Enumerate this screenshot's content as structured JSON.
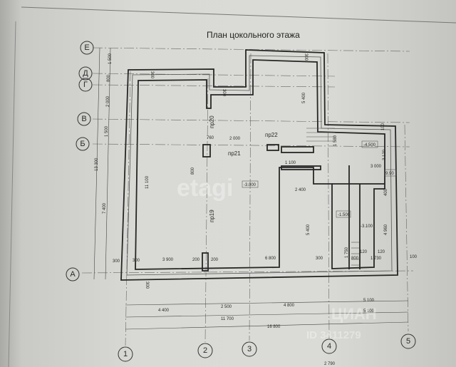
{
  "title": "План цокольного этажа",
  "axes_rows": [
    "Е",
    "Д",
    "Г",
    "В",
    "Б",
    "А"
  ],
  "axes_cols": [
    "1",
    "2",
    "3",
    "4",
    "5"
  ],
  "left_dims": [
    "1 500",
    "800",
    "2 000",
    "1 500",
    "7 400",
    "13 300"
  ],
  "bottom_dims": {
    "row1": [
      "4 400",
      "2 500",
      "4 800",
      "5 100"
    ],
    "row2_total": "11 700",
    "row2_right": "5 100",
    "row3_total": "16 800"
  },
  "rooms": {
    "pr19": "пр19",
    "pr20": "пр20",
    "pr21": "пр21",
    "pr22": "пр22"
  },
  "levels": {
    "main": "-3.000",
    "upper_right": "-4.500",
    "lower_mid": "-1.500",
    "stair": "-3.100",
    "small": "9.90"
  },
  "interior_dims": {
    "d11100": "11 100",
    "d5400a": "5 400",
    "d5400b": "5 400",
    "d3900": "3 900",
    "d6800": "6 800",
    "d300a": "300",
    "d300b": "300",
    "d300c": "300",
    "d300d": "300",
    "d300e": "300",
    "d300f": "300",
    "d300g": "300",
    "d200a": "200",
    "d200b": "200",
    "d2000": "2 000",
    "d760": "760",
    "d1100": "1 100",
    "d1580": "1 580",
    "d2400": "2 400",
    "d3000": "3 000",
    "d3120": "3 120",
    "d4960": "4 960",
    "d1730": "1 730",
    "d800a": "800",
    "d800b": "800",
    "d120a": "120",
    "d120b": "120",
    "d100a": "100",
    "d100b": "100",
    "d400": "400",
    "d1750": "1 750",
    "d2790": "2 790"
  },
  "watermarks": {
    "etagi": "etagi",
    "cian": "ЦИАН",
    "cian_id": "ID 3411279"
  }
}
